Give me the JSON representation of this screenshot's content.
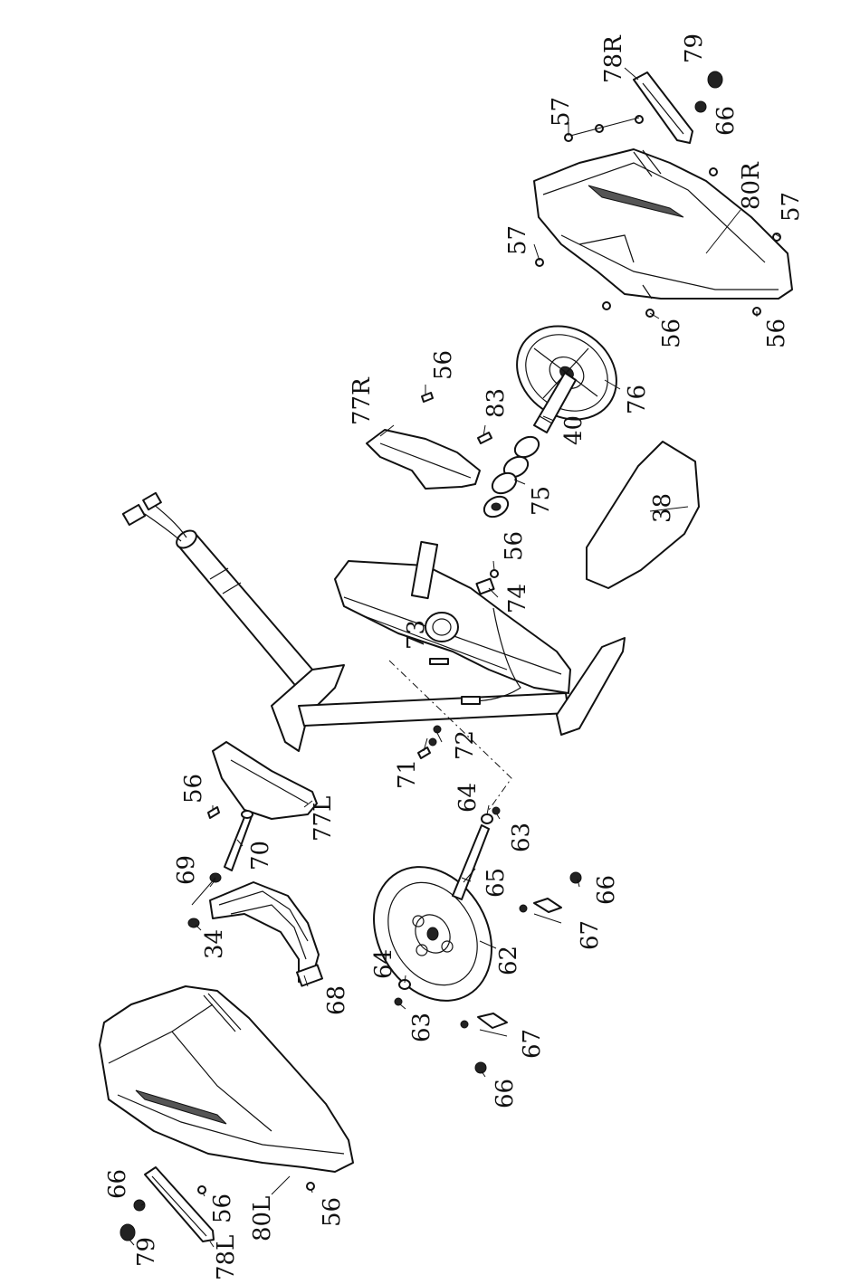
{
  "labels": {
    "l_79_top": "79",
    "l_78R": "78R",
    "l_57_a": "57",
    "l_66_top": "66",
    "l_80R": "80R",
    "l_57_b": "57",
    "l_57_c": "57",
    "l_56_a": "56",
    "l_56_b": "56",
    "l_56_c": "56",
    "l_77R": "77R",
    "l_83": "83",
    "l_40": "40",
    "l_76": "76",
    "l_75": "75",
    "l_38": "38",
    "l_56_d": "56",
    "l_74": "74",
    "l_73": "73",
    "l_71": "71",
    "l_72": "72",
    "l_56_e": "56",
    "l_77L": "77L",
    "l_70": "70",
    "l_69": "69",
    "l_34": "34",
    "l_68": "68",
    "l_64_a": "64",
    "l_63_a": "63",
    "l_65": "65",
    "l_66_b": "66",
    "l_67_a": "67",
    "l_62": "62",
    "l_64_b": "64",
    "l_63_b": "63",
    "l_67_b": "67",
    "l_66_c": "66",
    "l_66_d": "66",
    "l_56_f": "56",
    "l_80L": "80L",
    "l_56_g": "56",
    "l_79_bottom": "79",
    "l_78L": "78L"
  }
}
